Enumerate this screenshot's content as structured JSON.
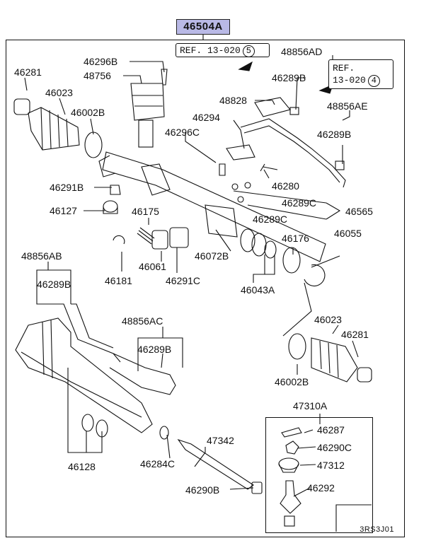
{
  "title": "46504A",
  "refs": {
    "ref5": {
      "text": "REF. 13-020",
      "num": "5"
    },
    "ref4": {
      "line1": "REF.",
      "line2": "13-020",
      "num": "4"
    }
  },
  "labels": {
    "l46281a": "46281",
    "l46023a": "46023",
    "l46002Ba": "46002B",
    "l46296B": "46296B",
    "l48756": "48756",
    "l48856AD": "48856AD",
    "l46289Ba": "46289B",
    "l48828": "48828",
    "l46294": "46294",
    "l46296C": "46296C",
    "l48856AE": "48856AE",
    "l46289Bb": "46289B",
    "l46280": "46280",
    "l46291B": "46291B",
    "l46127": "46127",
    "l46175": "46175",
    "l46289Ca": "46289C",
    "l46289Cb": "46289C",
    "l46565": "46565",
    "l48856AB": "48856AB",
    "l46289Bc": "46289B",
    "l46072B": "46072B",
    "l46176": "46176",
    "l46055": "46055",
    "l46061": "46061",
    "l46181": "46181",
    "l46291C": "46291C",
    "l46043A": "46043A",
    "l48856AC": "48856AC",
    "l46289Bd": "46289B",
    "l46023b": "46023",
    "l46281b": "46281",
    "l46002Bb": "46002B",
    "l47310A": "47310A",
    "l46287": "46287",
    "l46290C": "46290C",
    "l47312": "47312",
    "l46292": "46292",
    "l47342": "47342",
    "l46284C": "46284C",
    "l46290B": "46290B",
    "l46128": "46128"
  },
  "code": "3RS3J01"
}
